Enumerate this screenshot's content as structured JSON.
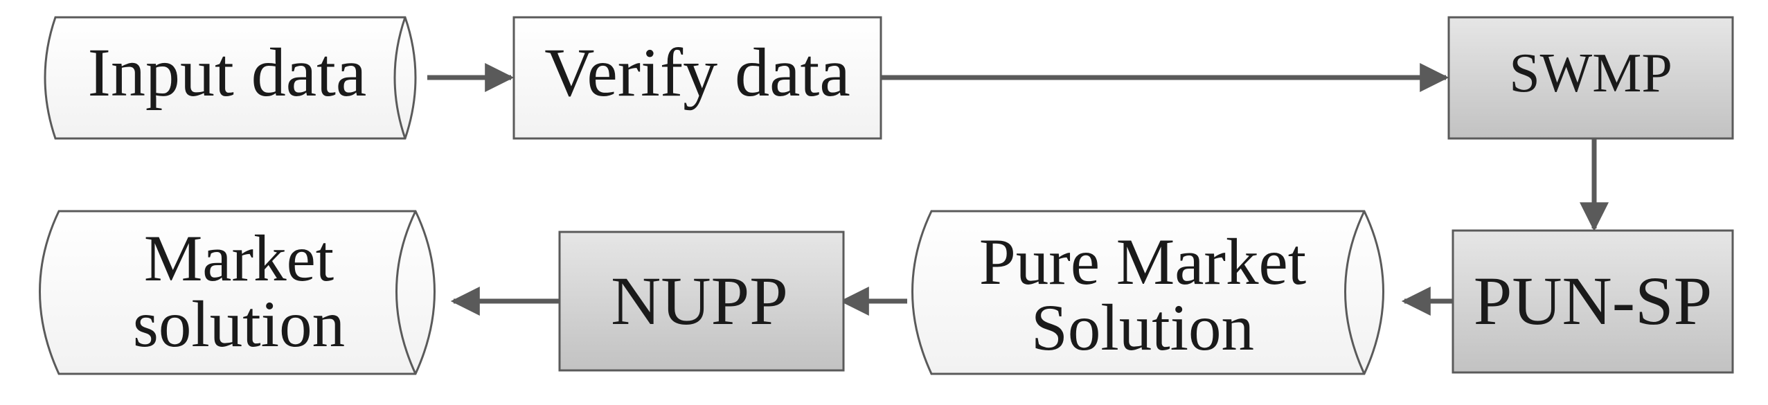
{
  "diagram": {
    "nodes": {
      "input_data": {
        "lines": [
          "Input data"
        ]
      },
      "verify_data": {
        "lines": [
          "Verify data"
        ]
      },
      "swmp": {
        "lines": [
          "SWMP"
        ]
      },
      "pun_sp": {
        "lines": [
          "PUN-SP"
        ]
      },
      "pure_market": {
        "lines": [
          "Pure Market",
          "Solution"
        ]
      },
      "nupp": {
        "lines": [
          "NUPP"
        ]
      },
      "market_sol": {
        "lines": [
          "Market",
          "solution"
        ]
      }
    },
    "edges": [
      {
        "from": "input_data",
        "to": "verify_data"
      },
      {
        "from": "verify_data",
        "to": "swmp"
      },
      {
        "from": "swmp",
        "to": "pun_sp"
      },
      {
        "from": "pun_sp",
        "to": "pure_market"
      },
      {
        "from": "pure_market",
        "to": "nupp"
      },
      {
        "from": "nupp",
        "to": "market_sol"
      }
    ],
    "colors": {
      "stroke": "#5a5a5a",
      "white_fill": "#ffffff",
      "shade_top": "#e4e4e4",
      "shade_bottom": "#c4c4c4",
      "arrow": "#5a5a5a",
      "text": "#1a1a1a"
    }
  }
}
